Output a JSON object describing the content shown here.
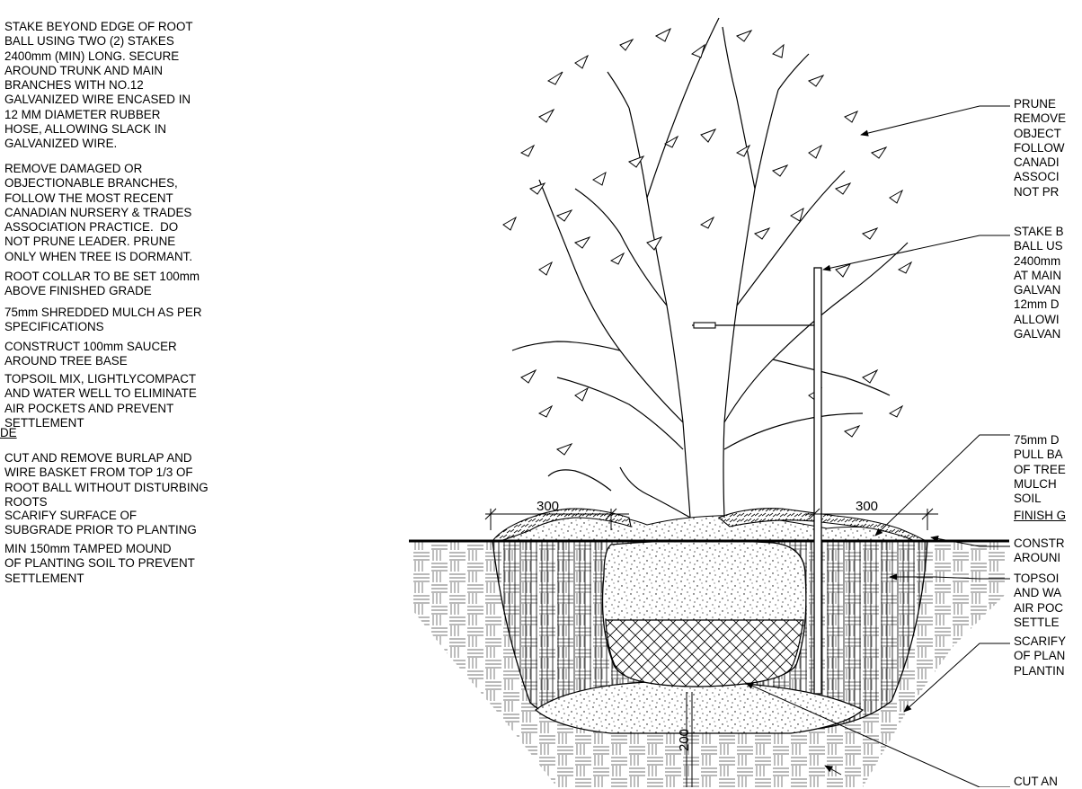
{
  "left_notes": [
    {
      "text": "STAKE BEYOND EDGE OF ROOT\nBALL USING TWO (2) STAKES\n2400mm (MIN) LONG. SECURE\nAROUND TRUNK AND MAIN\nBRANCHES WITH NO.12\nGALVANIZED WIRE ENCASED IN\n12 MM DIAMETER RUBBER\nHOSE, ALLOWING SLACK IN\nGALVANIZED WIRE."
    },
    {
      "text": "REMOVE DAMAGED OR\nOBJECTIONABLE BRANCHES,\nFOLLOW THE MOST RECENT\nCANADIAN NURSERY & TRADES\nASSOCIATION PRACTICE.  DO\nNOT PRUNE LEADER. PRUNE\nONLY WHEN TREE IS DORMANT."
    },
    {
      "text": "ROOT COLLAR TO BE SET 100mm\nABOVE FINISHED GRADE"
    },
    {
      "text": "75mm SHREDDED MULCH AS PER\nSPECIFICATIONS"
    },
    {
      "text": "CONSTRUCT 100mm SAUCER\nAROUND TREE BASE"
    },
    {
      "text": "TOPSOIL MIX, LIGHTLYCOMPACT\nAND WATER WELL TO ELIMINATE\nAIR POCKETS AND PREVENT\nSETTLEMENT"
    },
    {
      "text": "DE"
    },
    {
      "text": "CUT AND REMOVE BURLAP AND\nWIRE BASKET FROM TOP 1/3 OF\nROOT BALL WITHOUT DISTURBING\nROOTS"
    },
    {
      "text": "SCARIFY SURFACE OF\nSUBGRADE PRIOR TO PLANTING"
    },
    {
      "text": "MIN 150mm TAMPED MOUND\nOF PLANTING SOIL TO PREVENT\nSETTLEMENT"
    }
  ],
  "right_notes": [
    {
      "text": "PRUNE\nREMOVE\nOBJECT\nFOLLOW\nCANADI\nASSOCI\nNOT PR"
    },
    {
      "text": "STAKE B\nBALL US\n2400mm\nAT MAIN\nGALVAN\n12mm D\nALLOWI\nGALVAN"
    },
    {
      "text": "75mm D\nPULL BA\nOF TREE\nMULCH\nSOIL"
    },
    {
      "text": "FINISH G"
    },
    {
      "text": "CONSTR\nAROUNI"
    },
    {
      "text": "TOPSOI\nAND WA\nAIR POC\nSETTLE"
    },
    {
      "text": "SCARIFY\nOF PLAN\nPLANTIN"
    },
    {
      "text": "CUT AN"
    }
  ],
  "dimensions": {
    "left": "300",
    "right": "300",
    "depth": "200"
  }
}
